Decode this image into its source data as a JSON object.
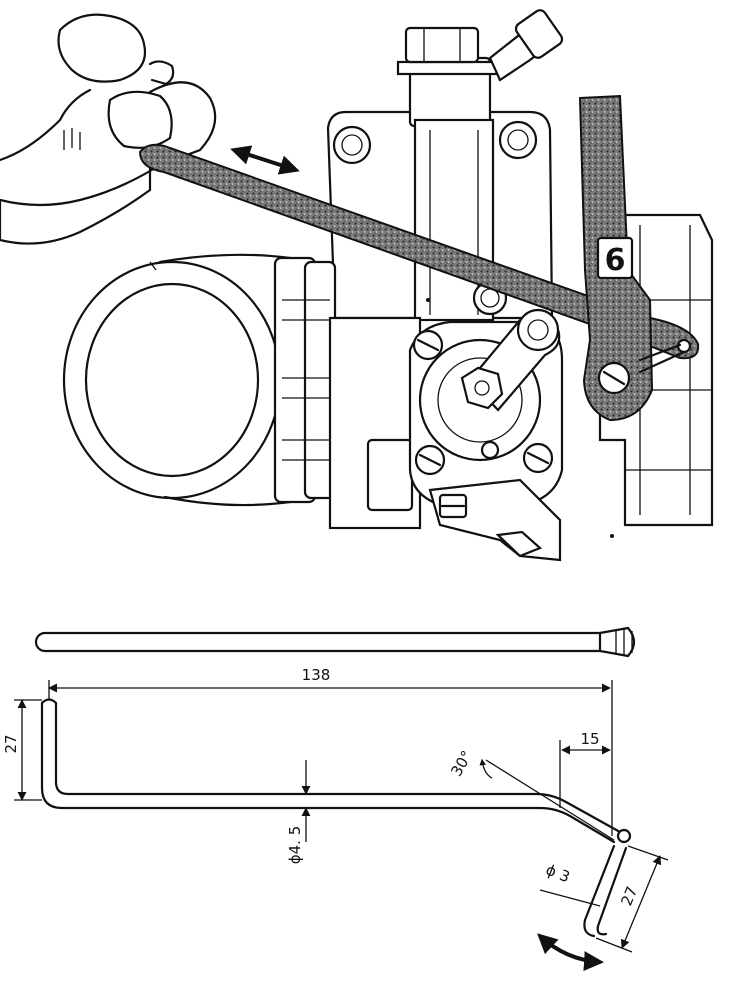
{
  "photo": {
    "part_number": "6"
  },
  "drawing": {
    "dim_length": "138",
    "dim_height": "27",
    "dim_offset": "15",
    "dim_angle": "30°",
    "dim_diameter_rod": "ϕ4. 5",
    "dim_diameter_hook": "ϕ 3",
    "dim_hook_length": "27"
  },
  "colors": {
    "ink": "#111111",
    "paper": "#ffffff",
    "rod_fill": "#6d6d6d"
  }
}
